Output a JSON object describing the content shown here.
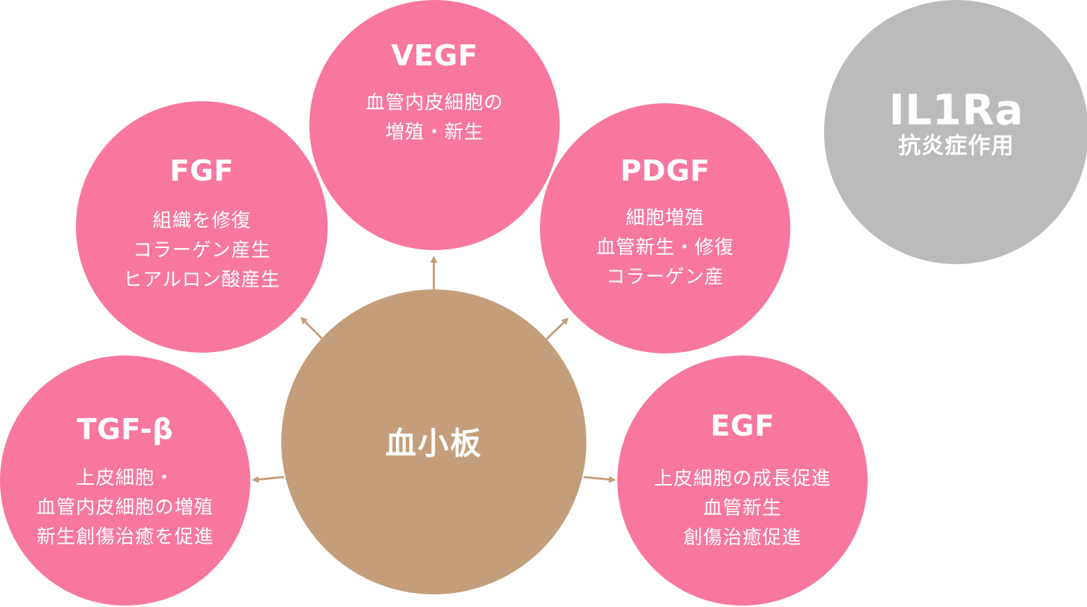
{
  "colors": {
    "factor_circle": "#f8779f",
    "platelet_circle": "#c49e7a",
    "il1ra_circle": "#bbbbbb",
    "arrow": "#c49e7a",
    "text": "#ffffff"
  },
  "center": {
    "label": "血小板"
  },
  "factors": {
    "vegf": {
      "title": "VEGF",
      "lines": [
        "血管内皮細胞の",
        "増殖・新生"
      ]
    },
    "fgf": {
      "title": "FGF",
      "lines": [
        "組織を修復",
        "コラーゲン産生",
        "ヒアルロン酸産生"
      ]
    },
    "pdgf": {
      "title": "PDGF",
      "lines": [
        "細胞増殖",
        "血管新生・修復",
        "コラーゲン産"
      ]
    },
    "tgf": {
      "title": "TGF-β",
      "lines": [
        "上皮細胞・",
        "血管内皮細胞の増殖",
        "新生創傷治癒を促進"
      ]
    },
    "egf": {
      "title": "EGF",
      "lines": [
        "上皮細胞の成長促進",
        "血管新生",
        "創傷治癒促進"
      ]
    }
  },
  "il1ra": {
    "title": "IL1Ra",
    "subtitle": "抗炎症作用"
  }
}
